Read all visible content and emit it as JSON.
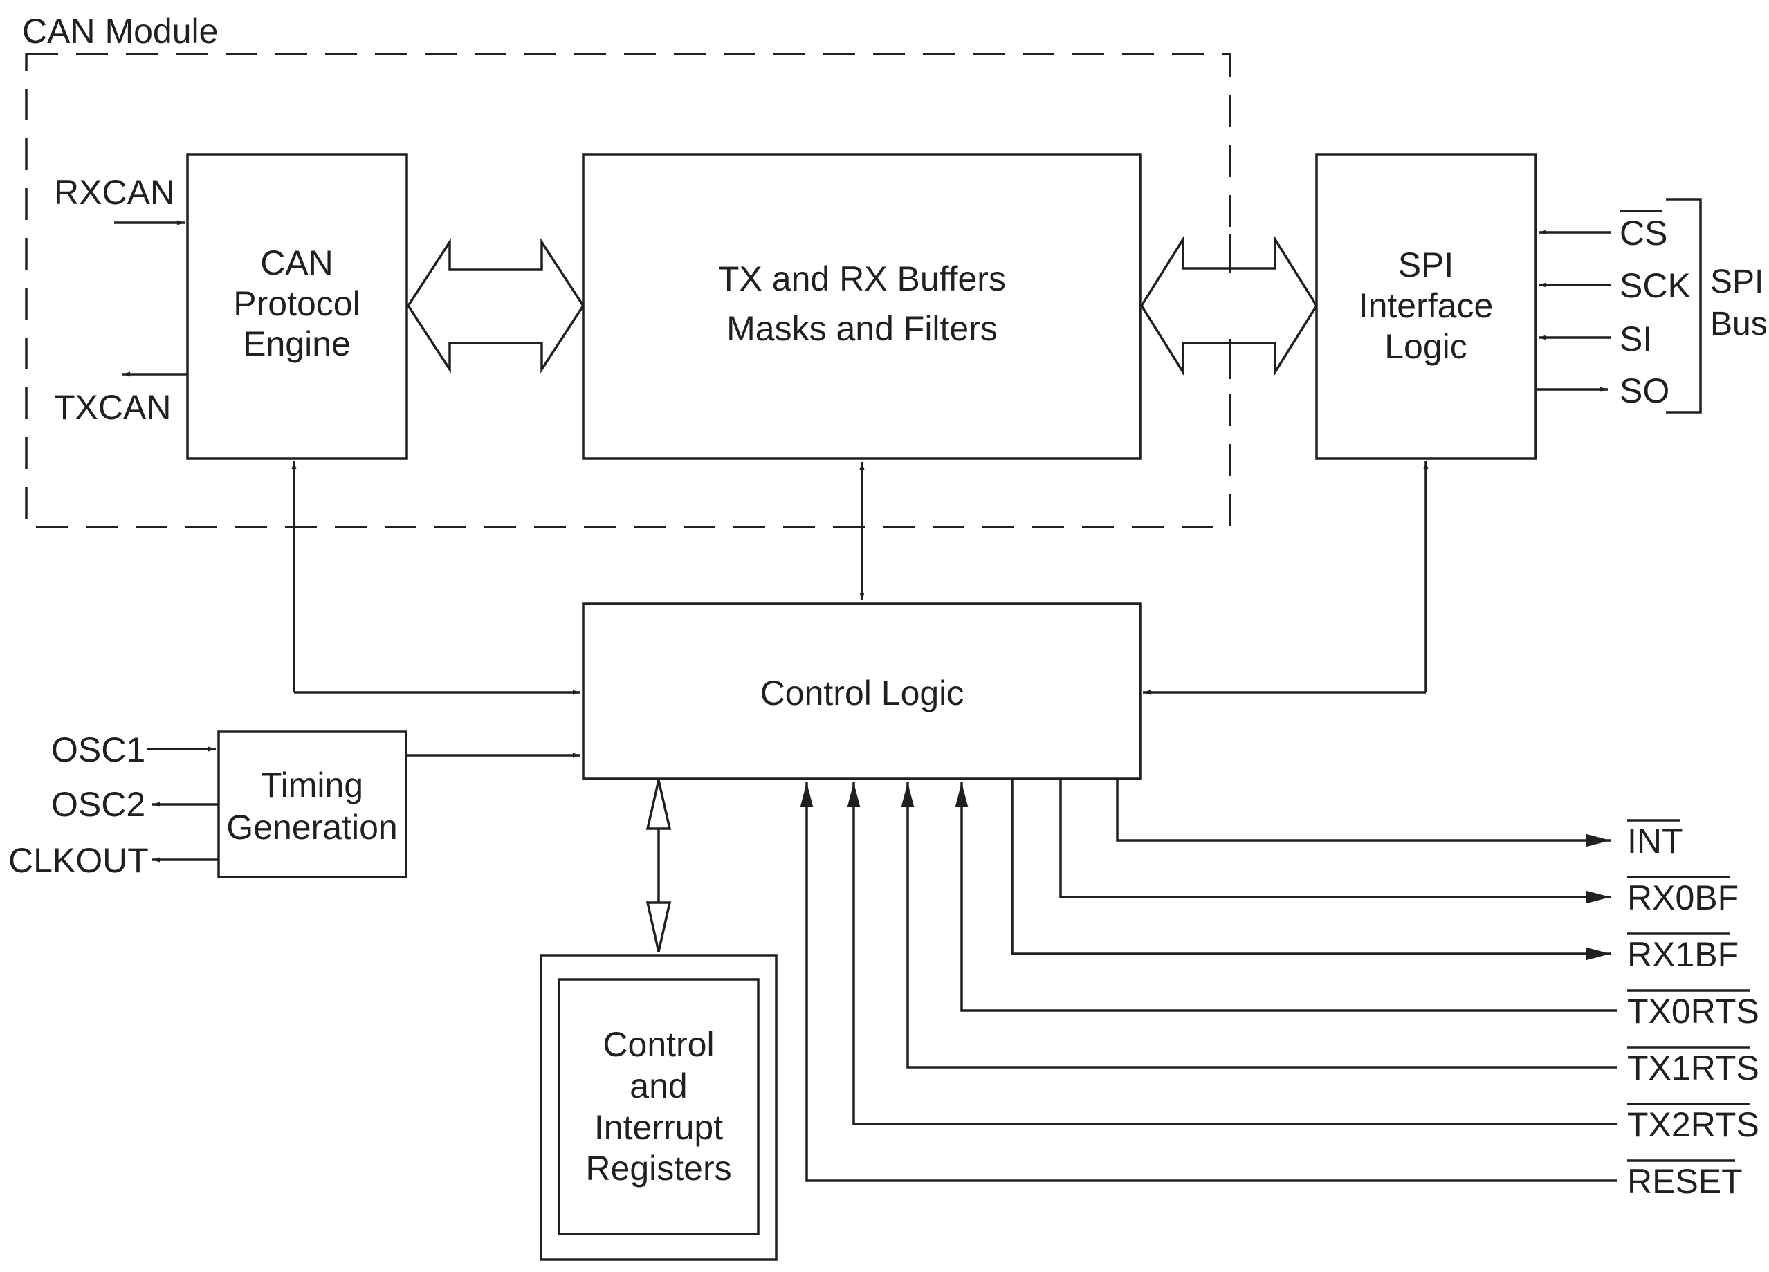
{
  "module_title": "CAN Module",
  "blocks": {
    "can_protocol_engine": [
      "CAN",
      "Protocol",
      "Engine"
    ],
    "buffers": [
      "TX and RX Buffers",
      "Masks and Filters"
    ],
    "spi_interface": [
      "SPI",
      "Interface",
      "Logic"
    ],
    "control_logic": "Control Logic",
    "timing": [
      "Timing",
      "Generation"
    ],
    "registers": [
      "Control",
      "and",
      "Interrupt",
      "Registers"
    ]
  },
  "can_signals": {
    "rx": "RXCAN",
    "tx": "TXCAN"
  },
  "spi_signals": {
    "cs": "CS",
    "sck": "SCK",
    "si": "SI",
    "so": "SO"
  },
  "spi_bus_label": [
    "SPI",
    "Bus"
  ],
  "osc_signals": {
    "osc1": "OSC1",
    "osc2": "OSC2",
    "clkout": "CLKOUT"
  },
  "control_pins": {
    "int": "INT",
    "rx0bf": "RX0BF",
    "rx1bf": "RX1BF",
    "tx0rts": "TX0RTS",
    "tx1rts": "TX1RTS",
    "tx2rts": "TX2RTS",
    "reset": "RESET"
  }
}
